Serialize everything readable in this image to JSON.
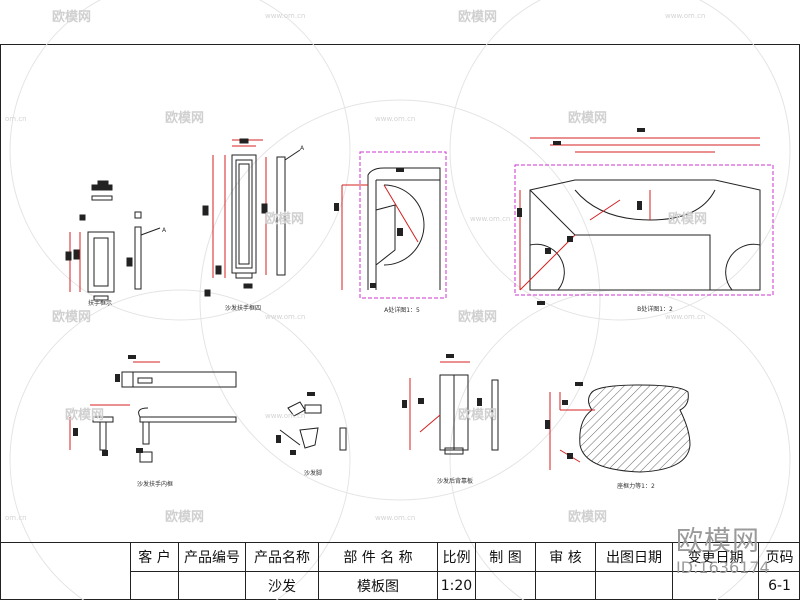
{
  "watermark": {
    "brand": "欧模网",
    "site": "www.om.cn",
    "domain_short": "om.cn",
    "id_text": "ID:1636174"
  },
  "views": {
    "armrest_frame": "扶手框示",
    "armrest_rear_frame": "沙发扶手框四",
    "detail_a": "A处详图1：5",
    "detail_b": "B处详图1：2",
    "inner_frame": "沙发扶手内框",
    "sofa_foot": "沙发脚",
    "back_board": "沙发后背靠板",
    "sofa_cushion": "座框力等1：2",
    "marker_a": "A"
  },
  "title_block": {
    "headers": {
      "client": "客 户",
      "product_code": "产品编号",
      "product_name": "产品名称",
      "part_name": "部 件 名 称",
      "scale": "比例",
      "drawn": "制 图",
      "reviewed": "审 核",
      "date_issued": "出图日期",
      "date_changed": "变更日期",
      "page": "页码"
    },
    "values": {
      "product_name": "沙发",
      "part_name": "模板图",
      "scale": "1:20",
      "page": "6-1"
    }
  },
  "colors": {
    "line": "#222222",
    "dimension_red": "#d42020",
    "hatch_magenta": "#cc33cc",
    "watermark": "#d0d0d0"
  }
}
